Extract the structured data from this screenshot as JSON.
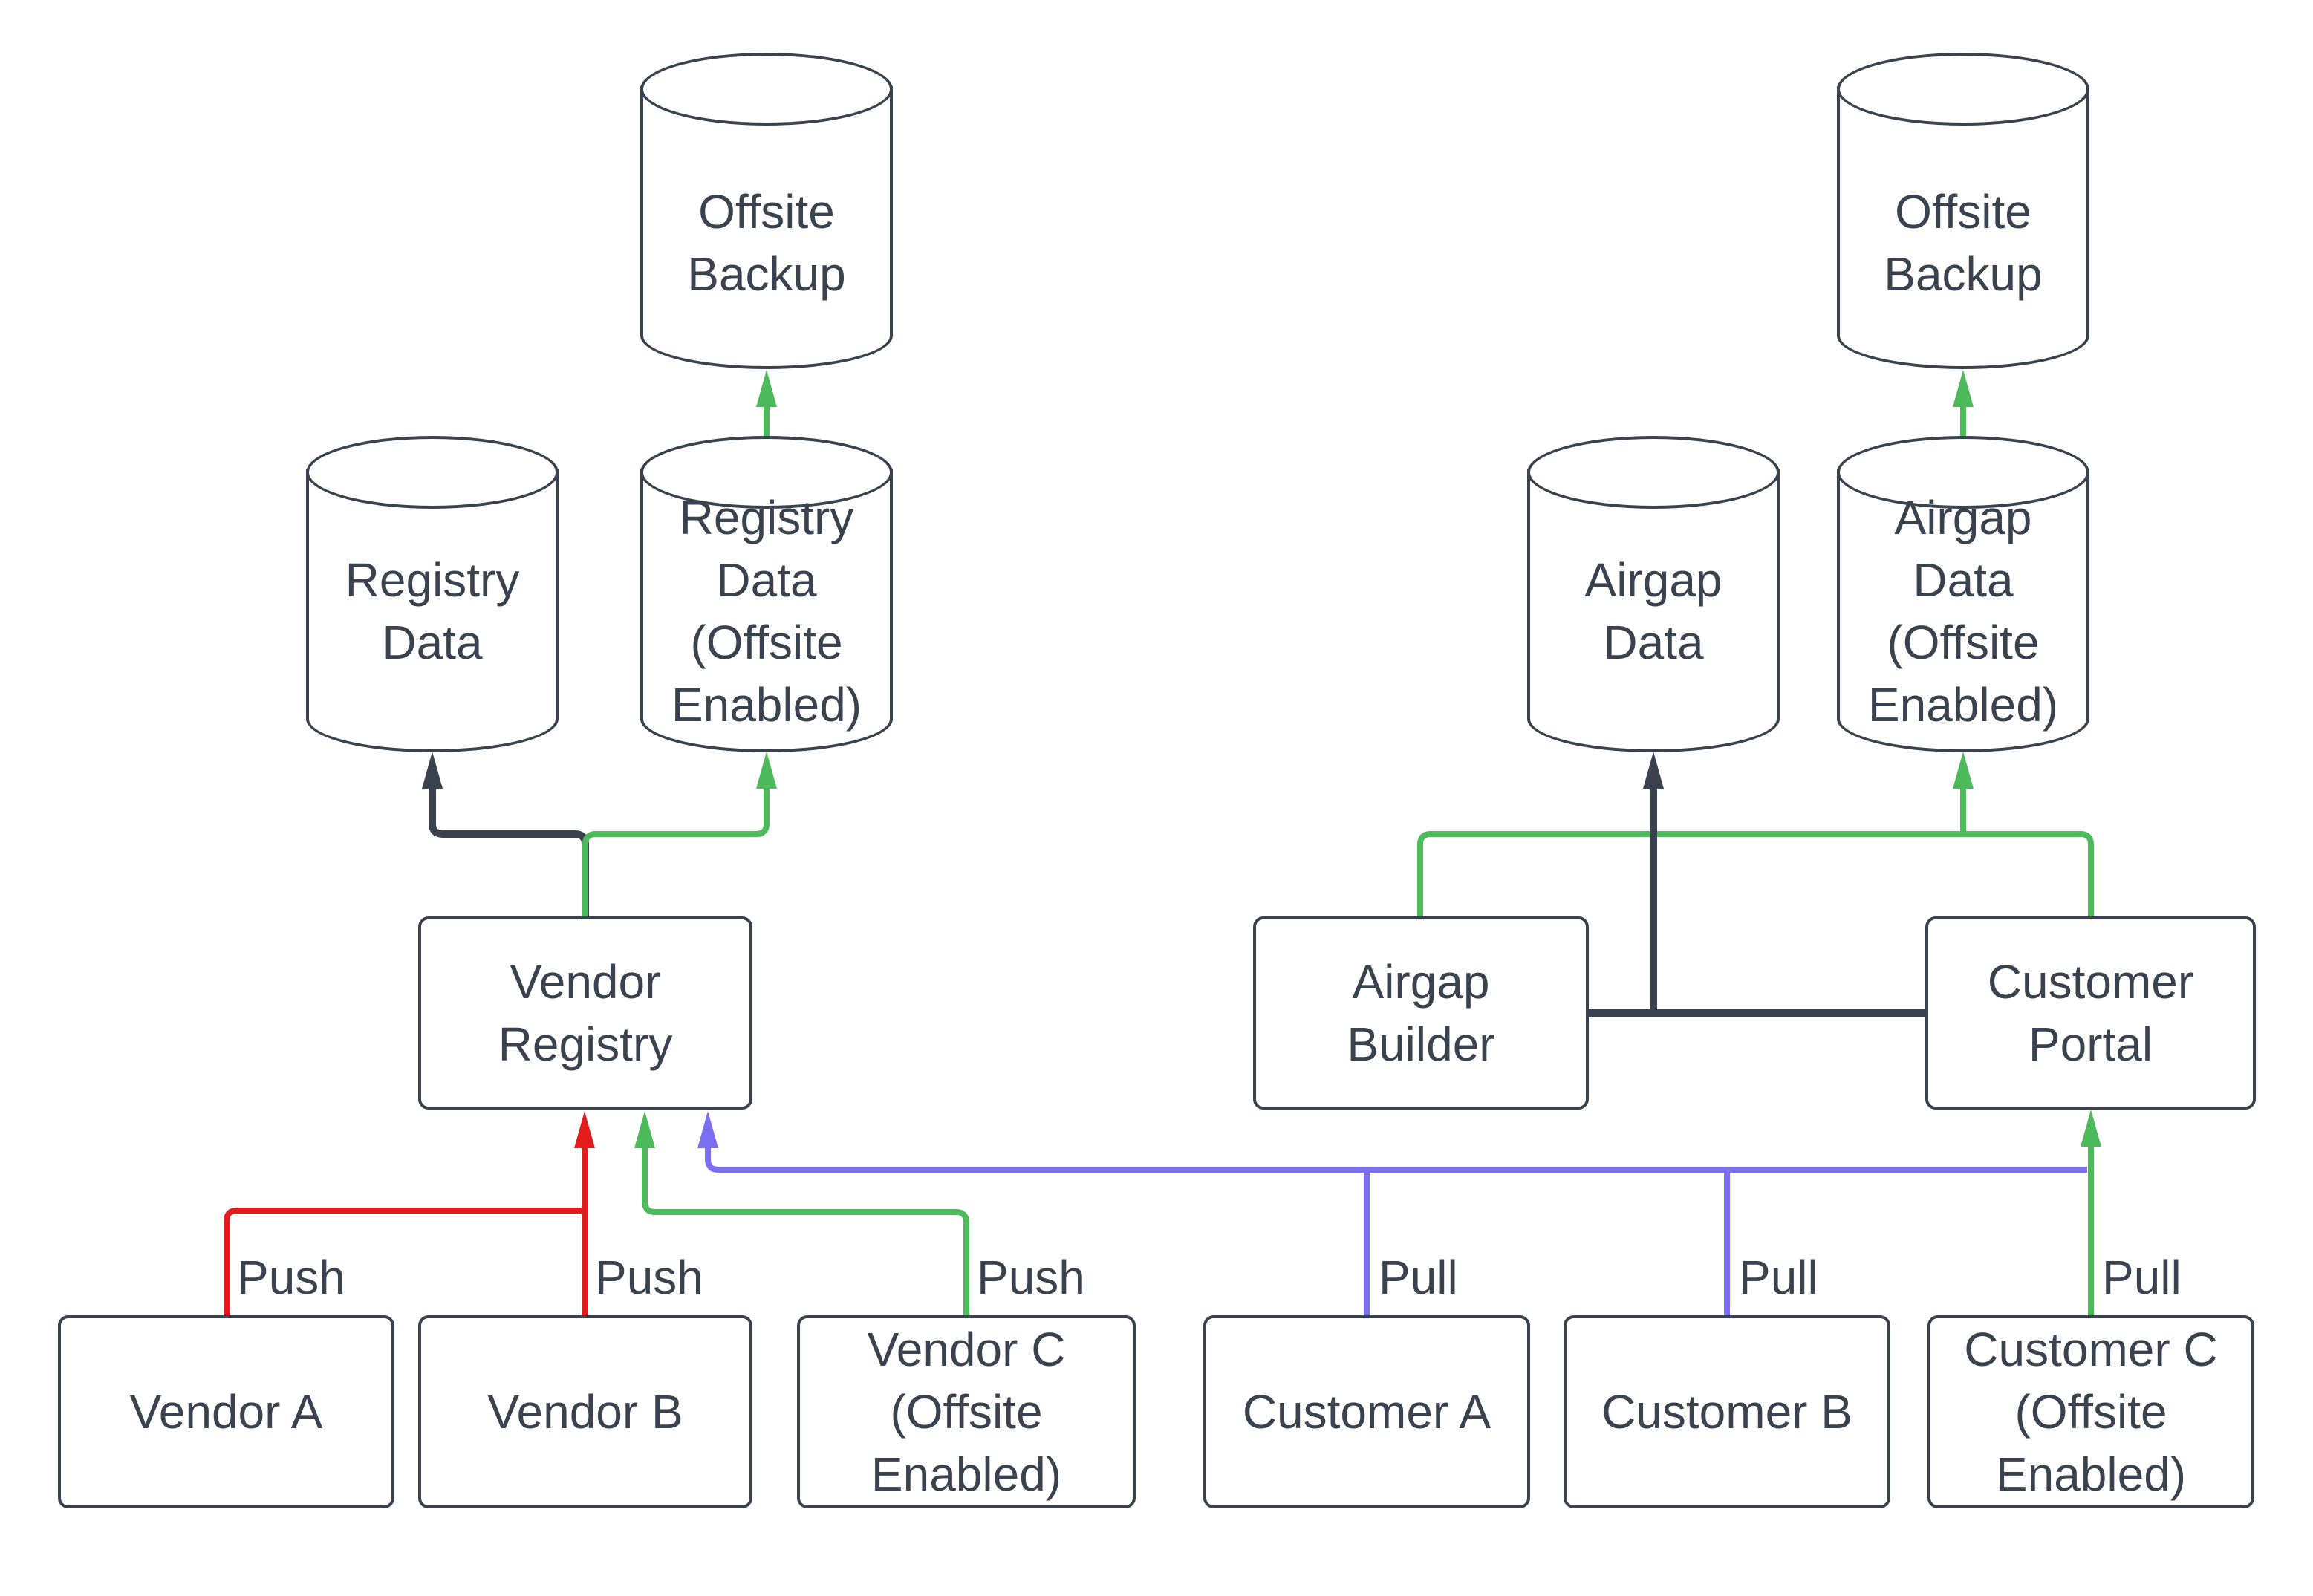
{
  "diagram": {
    "nodes": {
      "offsite_backup_left": {
        "label": "Offsite Backup"
      },
      "registry_data": {
        "label": "Registry Data"
      },
      "registry_data_offsite": {
        "label": "Registry Data (Offsite Enabled)"
      },
      "vendor_registry": {
        "label": "Vendor Registry"
      },
      "vendor_a": {
        "label": "Vendor A"
      },
      "vendor_b": {
        "label": "Vendor B"
      },
      "vendor_c": {
        "label": "Vendor C (Offsite Enabled)"
      },
      "offsite_backup_right": {
        "label": "Offsite Backup"
      },
      "airgap_data": {
        "label": "Airgap Data"
      },
      "airgap_data_offsite": {
        "label": "Airgap Data (Offsite Enabled)"
      },
      "airgap_builder": {
        "label": "Airgap Builder"
      },
      "customer_portal": {
        "label": "Customer Portal"
      },
      "customer_a": {
        "label": "Customer A"
      },
      "customer_b": {
        "label": "Customer B"
      },
      "customer_c": {
        "label": "Customer C (Offsite Enabled)"
      }
    },
    "edge_labels": {
      "push_vendor_a": "Push",
      "push_vendor_b": "Push",
      "push_vendor_c": "Push",
      "pull_customer_a": "Pull",
      "pull_customer_b": "Pull",
      "pull_customer_c": "Pull"
    },
    "colors": {
      "dark": "#39424E",
      "green": "#4CBA5A",
      "red": "#E31B1C",
      "blue": "#7A6FF0",
      "background": "#FFFFFF"
    }
  }
}
